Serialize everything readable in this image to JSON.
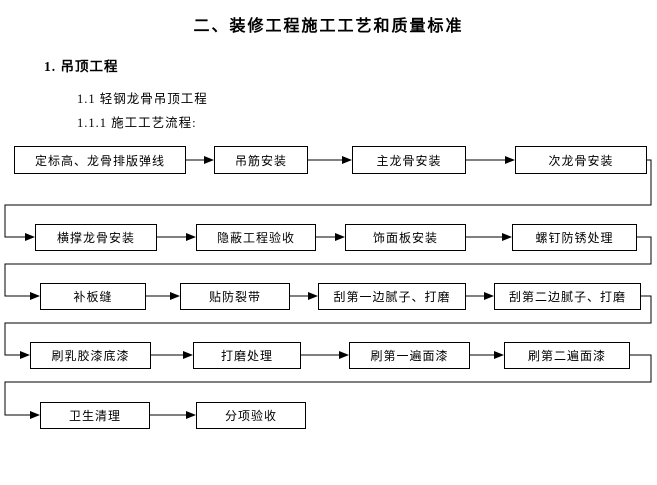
{
  "page": {
    "title": "二、装修工程施工工艺和质量标准",
    "heading1": "1. 吊顶工程",
    "heading2": "1.1 轻钢龙骨吊顶工程",
    "heading3": "1.1.1 施工工艺流程:"
  },
  "flow": {
    "type": "flowchart",
    "rows": [
      [
        "定标高、龙骨排版弹线",
        "吊筋安装",
        "主龙骨安装",
        "次龙骨安装"
      ],
      [
        "横撑龙骨安装",
        "隐蔽工程验收",
        "饰面板安装",
        "螺钉防锈处理"
      ],
      [
        "补板缝",
        "贴防裂带",
        "刮第一边腻子、打磨",
        "刮第二边腻子、打磨"
      ],
      [
        "刷乳胶漆底漆",
        "打磨处理",
        "刷第一遍面漆",
        "刷第二遍面漆"
      ],
      [
        "卫生清理",
        "分项验收"
      ]
    ],
    "sequence": [
      "定标高、龙骨排版弹线",
      "吊筋安装",
      "主龙骨安装",
      "次龙骨安装",
      "横撑龙骨安装",
      "隐蔽工程验收",
      "饰面板安装",
      "螺钉防锈处理",
      "补板缝",
      "贴防裂带",
      "刮第一边腻子、打磨",
      "刮第二边腻子、打磨",
      "刷乳胶漆底漆",
      "打磨处理",
      "刷第一遍面漆",
      "刷第二遍面漆",
      "卫生清理",
      "分项验收"
    ]
  },
  "colors": {
    "background": "#ffffff",
    "text": "#000000",
    "line": "#000000"
  }
}
